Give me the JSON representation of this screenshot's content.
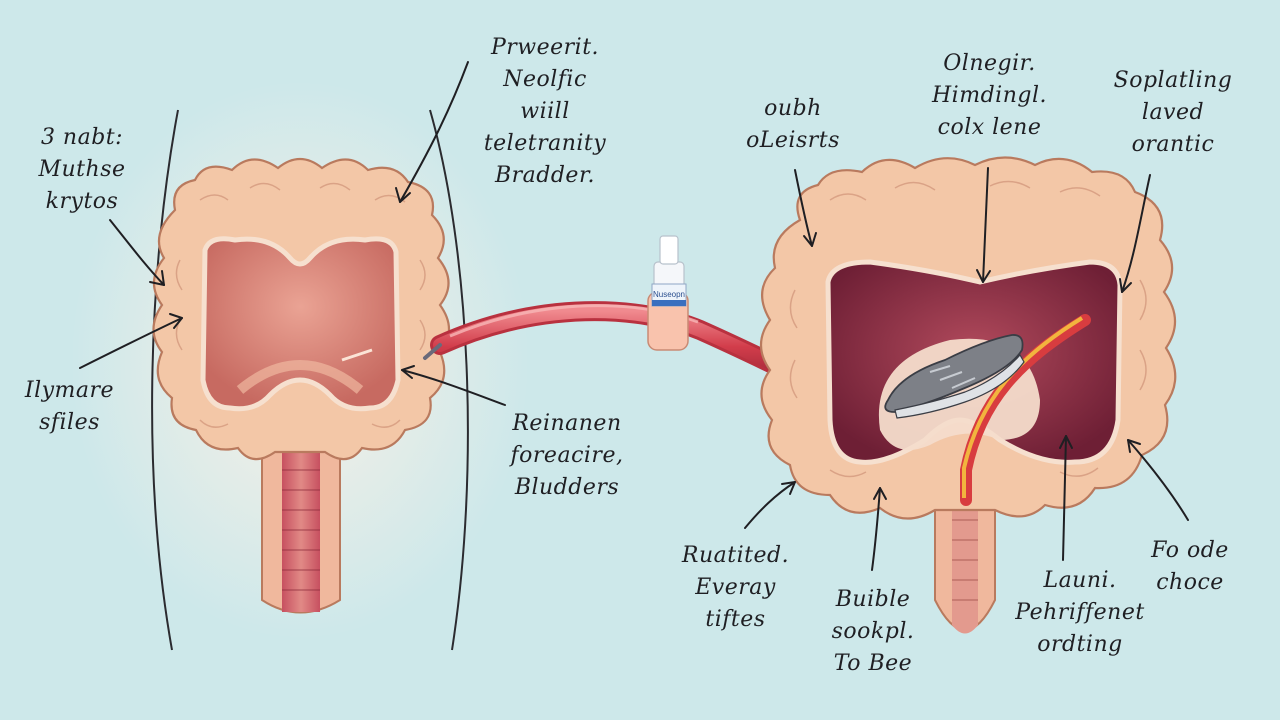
{
  "background": "#cde8ea",
  "colors": {
    "tissue_outer": "#f3c7a7",
    "tissue_edge": "#b97a5e",
    "lumen_light": "#d98575",
    "lumen_dark": "#7a2438",
    "tube": "#d94a55",
    "ink": "#1f1f23"
  },
  "labels": {
    "left_top": [
      "Prweerit.",
      "Neolfic",
      "wiill",
      "teletranity",
      "Bradder."
    ],
    "left_upper": [
      "3 nabt:",
      "Muthse",
      "krytos"
    ],
    "left_lower": [
      "Ilymare",
      "sfiles"
    ],
    "left_bottom": [
      "Reinanen",
      "foreacire,",
      "Bludders"
    ],
    "right_top_left": [
      "oubh",
      "oLeisrts"
    ],
    "right_top_center": [
      "Olnegir.",
      "Himdingl.",
      "colx lene"
    ],
    "right_top_right": [
      "Soplatling",
      "laved",
      "orantic"
    ],
    "right_bottom_left": [
      "Ruatited.",
      "Everay",
      "tiftes"
    ],
    "right_bottom_mid": [
      "Buible",
      "sookpl.",
      "To Bee"
    ],
    "right_bottom_center": [
      "Launi.",
      "Pehriffenet",
      "ordting"
    ],
    "right_bottom_right": [
      "Fo ode",
      "choce"
    ]
  },
  "vial": {
    "label": "Nuseopn"
  }
}
